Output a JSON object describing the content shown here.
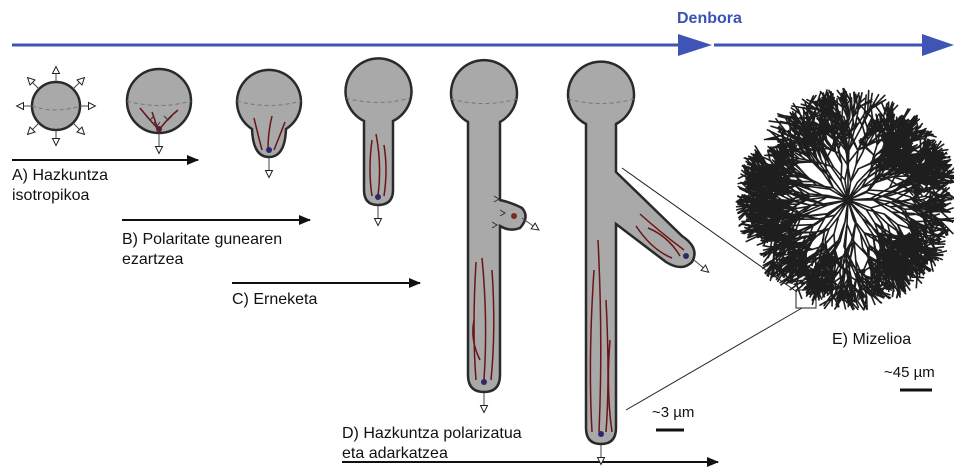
{
  "title": "Denbora",
  "stages": {
    "a": {
      "line1": "A) Hazkuntza",
      "line2": "isotropikoa"
    },
    "b": {
      "line1": "B) Polaritate gunearen",
      "line2": "ezartzea"
    },
    "c": {
      "line1": "C) Erneketa"
    },
    "d": {
      "line1": "D) Hazkuntza polarizatua",
      "line2": "eta adarkatzea"
    },
    "e": {
      "line1": "E) Mizelioa"
    }
  },
  "scale_bars": {
    "micro": "~3 µm",
    "macro": "~45 µm"
  },
  "colors": {
    "time_arrow": "#3f55b5",
    "cell_fill": "#a9a9a9",
    "cell_outline": "#2a2a2a",
    "filament": "#6b1414",
    "hyphae": "#1e1e1e"
  }
}
